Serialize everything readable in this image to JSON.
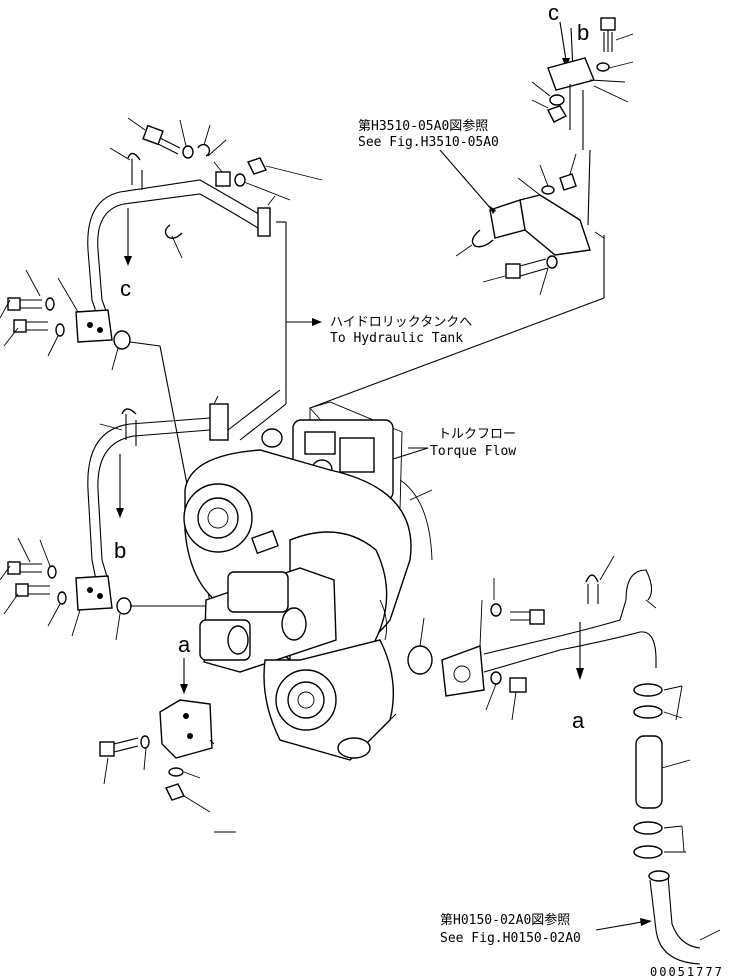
{
  "callouts": {
    "ref_top": {
      "jp": "第H3510-05A0図参照",
      "en": "See Fig.H3510-05A0"
    },
    "hydraulic_tank": {
      "jp": "ハイドロリックタンクへ",
      "en": "To Hydraulic Tank"
    },
    "torque_flow": {
      "jp": "トルクフロー",
      "en": "Torque Flow"
    },
    "ref_bottom": {
      "jp": "第H0150-02A0図参照",
      "en": "See Fig.H0150-02A0"
    }
  },
  "view_letters": {
    "c_top": "c",
    "b_top": "b",
    "c_mid": "c",
    "b_mid": "b",
    "a_left": "a",
    "a_right": "a"
  },
  "drawing_number": "00051777"
}
